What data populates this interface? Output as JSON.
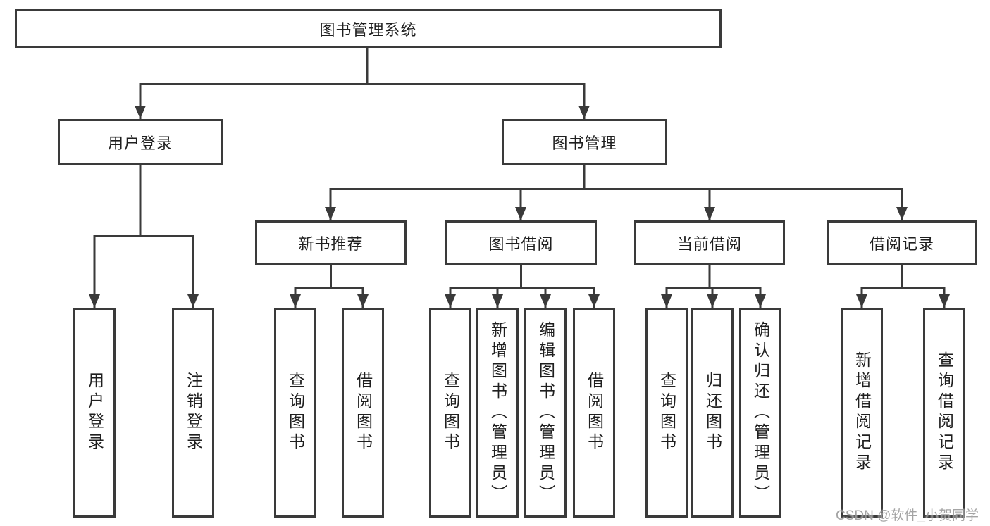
{
  "diagram": {
    "root": {
      "label": "图书管理系统"
    },
    "level2": [
      {
        "label": "用户登录"
      },
      {
        "label": "图书管理"
      }
    ],
    "level3": [
      {
        "label": "新书推荐"
      },
      {
        "label": "图书借阅"
      },
      {
        "label": "当前借阅"
      },
      {
        "label": "借阅记录"
      }
    ],
    "leaves": {
      "user_login": [
        "用户登录",
        "注销登录"
      ],
      "new_book_rec": [
        "查询图书",
        "借阅图书"
      ],
      "book_borrow": [
        "查询图书",
        "新增图书（管理员）",
        "编辑图书（管理员）",
        "借阅图书"
      ],
      "current_borrow": [
        "查询图书",
        "归还图书",
        "确认归还（管理员）"
      ],
      "borrow_record": [
        "新增借阅记录",
        "查询借阅记录"
      ]
    }
  },
  "watermark": {
    "text": "CSDN @软件_小贺同学"
  },
  "colors": {
    "line": "#3a3a3a",
    "text": "#1f1f1f",
    "background": "#ffffff",
    "watermark": "#9b9b9b"
  }
}
